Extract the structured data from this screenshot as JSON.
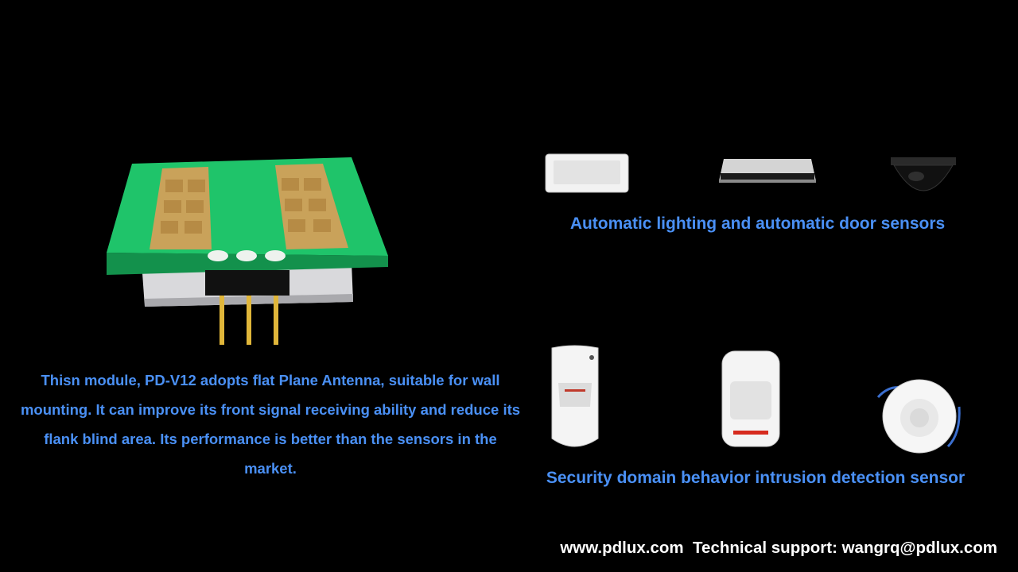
{
  "description": "Thisn module, PD-V12 adopts flat Plane Antenna, suitable for wall mounting. It can improve its front signal receiving ability and reduce its flank blind area. Its performance is better than the sensors in the market.",
  "captions": {
    "lighting": "Automatic lighting and automatic door sensors",
    "security": "Security domain behavior intrusion detection sensor"
  },
  "footer": {
    "website": "www.pdlux.com",
    "support": "Technical support: wangrq@pdlux.com"
  },
  "colors": {
    "background": "#000000",
    "accent_text": "#4a90f5",
    "pcb_green": "#1fc46a",
    "antenna_gold": "#c9a25a"
  },
  "icons": [
    "radar-module-image",
    "ceiling-light-sensor-image",
    "door-sensor-image",
    "dome-sensor-image",
    "pir-wall-sensor-image",
    "pir-detector-image",
    "ceiling-pir-sensor-image"
  ]
}
